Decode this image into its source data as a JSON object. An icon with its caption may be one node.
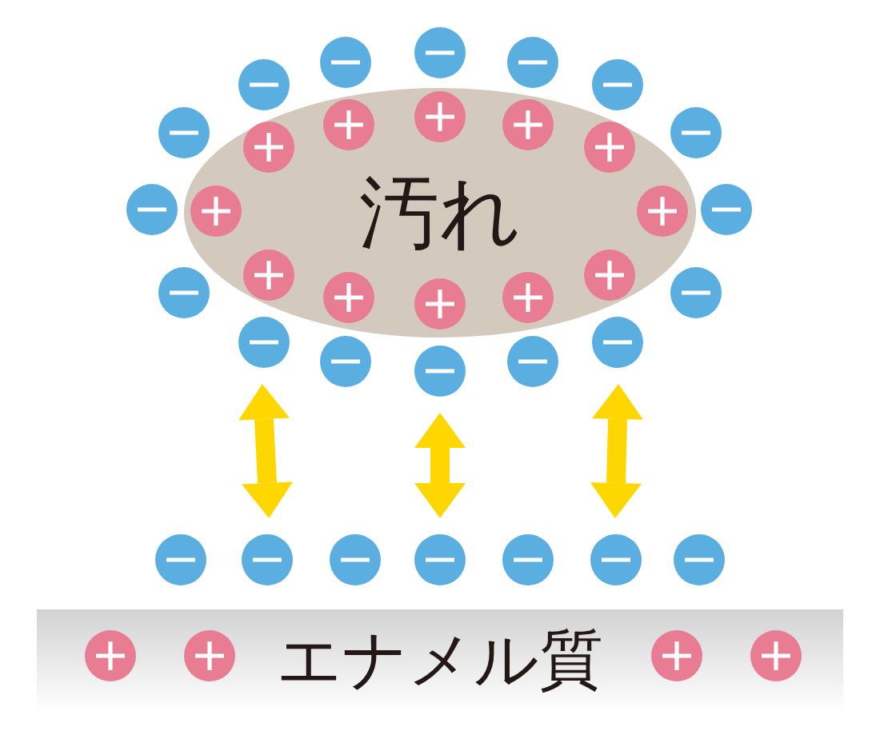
{
  "diagram": {
    "nodes": [
      {
        "text": [
          "汚れ"
        ]
      },
      {
        "text": [],
        "shape": "circle"
      },
      {
        "text": [],
        "shape": "circle"
      },
      {
        "text": [],
        "shape": "circle"
      },
      {
        "text": [],
        "shape": "circle"
      },
      {
        "text": [],
        "shape": "circle"
      },
      {
        "text": [],
        "shape": "circle"
      },
      {
        "text": [
          "エナメル質"
        ]
      }
    ],
    "edges": [
      {
        "from": 1,
        "to": 4,
        "arrow": "both"
      },
      {
        "from": 2,
        "to": 5,
        "arrow": "both"
      },
      {
        "from": 3,
        "to": 6,
        "arrow": "both"
      }
    ]
  }
}
